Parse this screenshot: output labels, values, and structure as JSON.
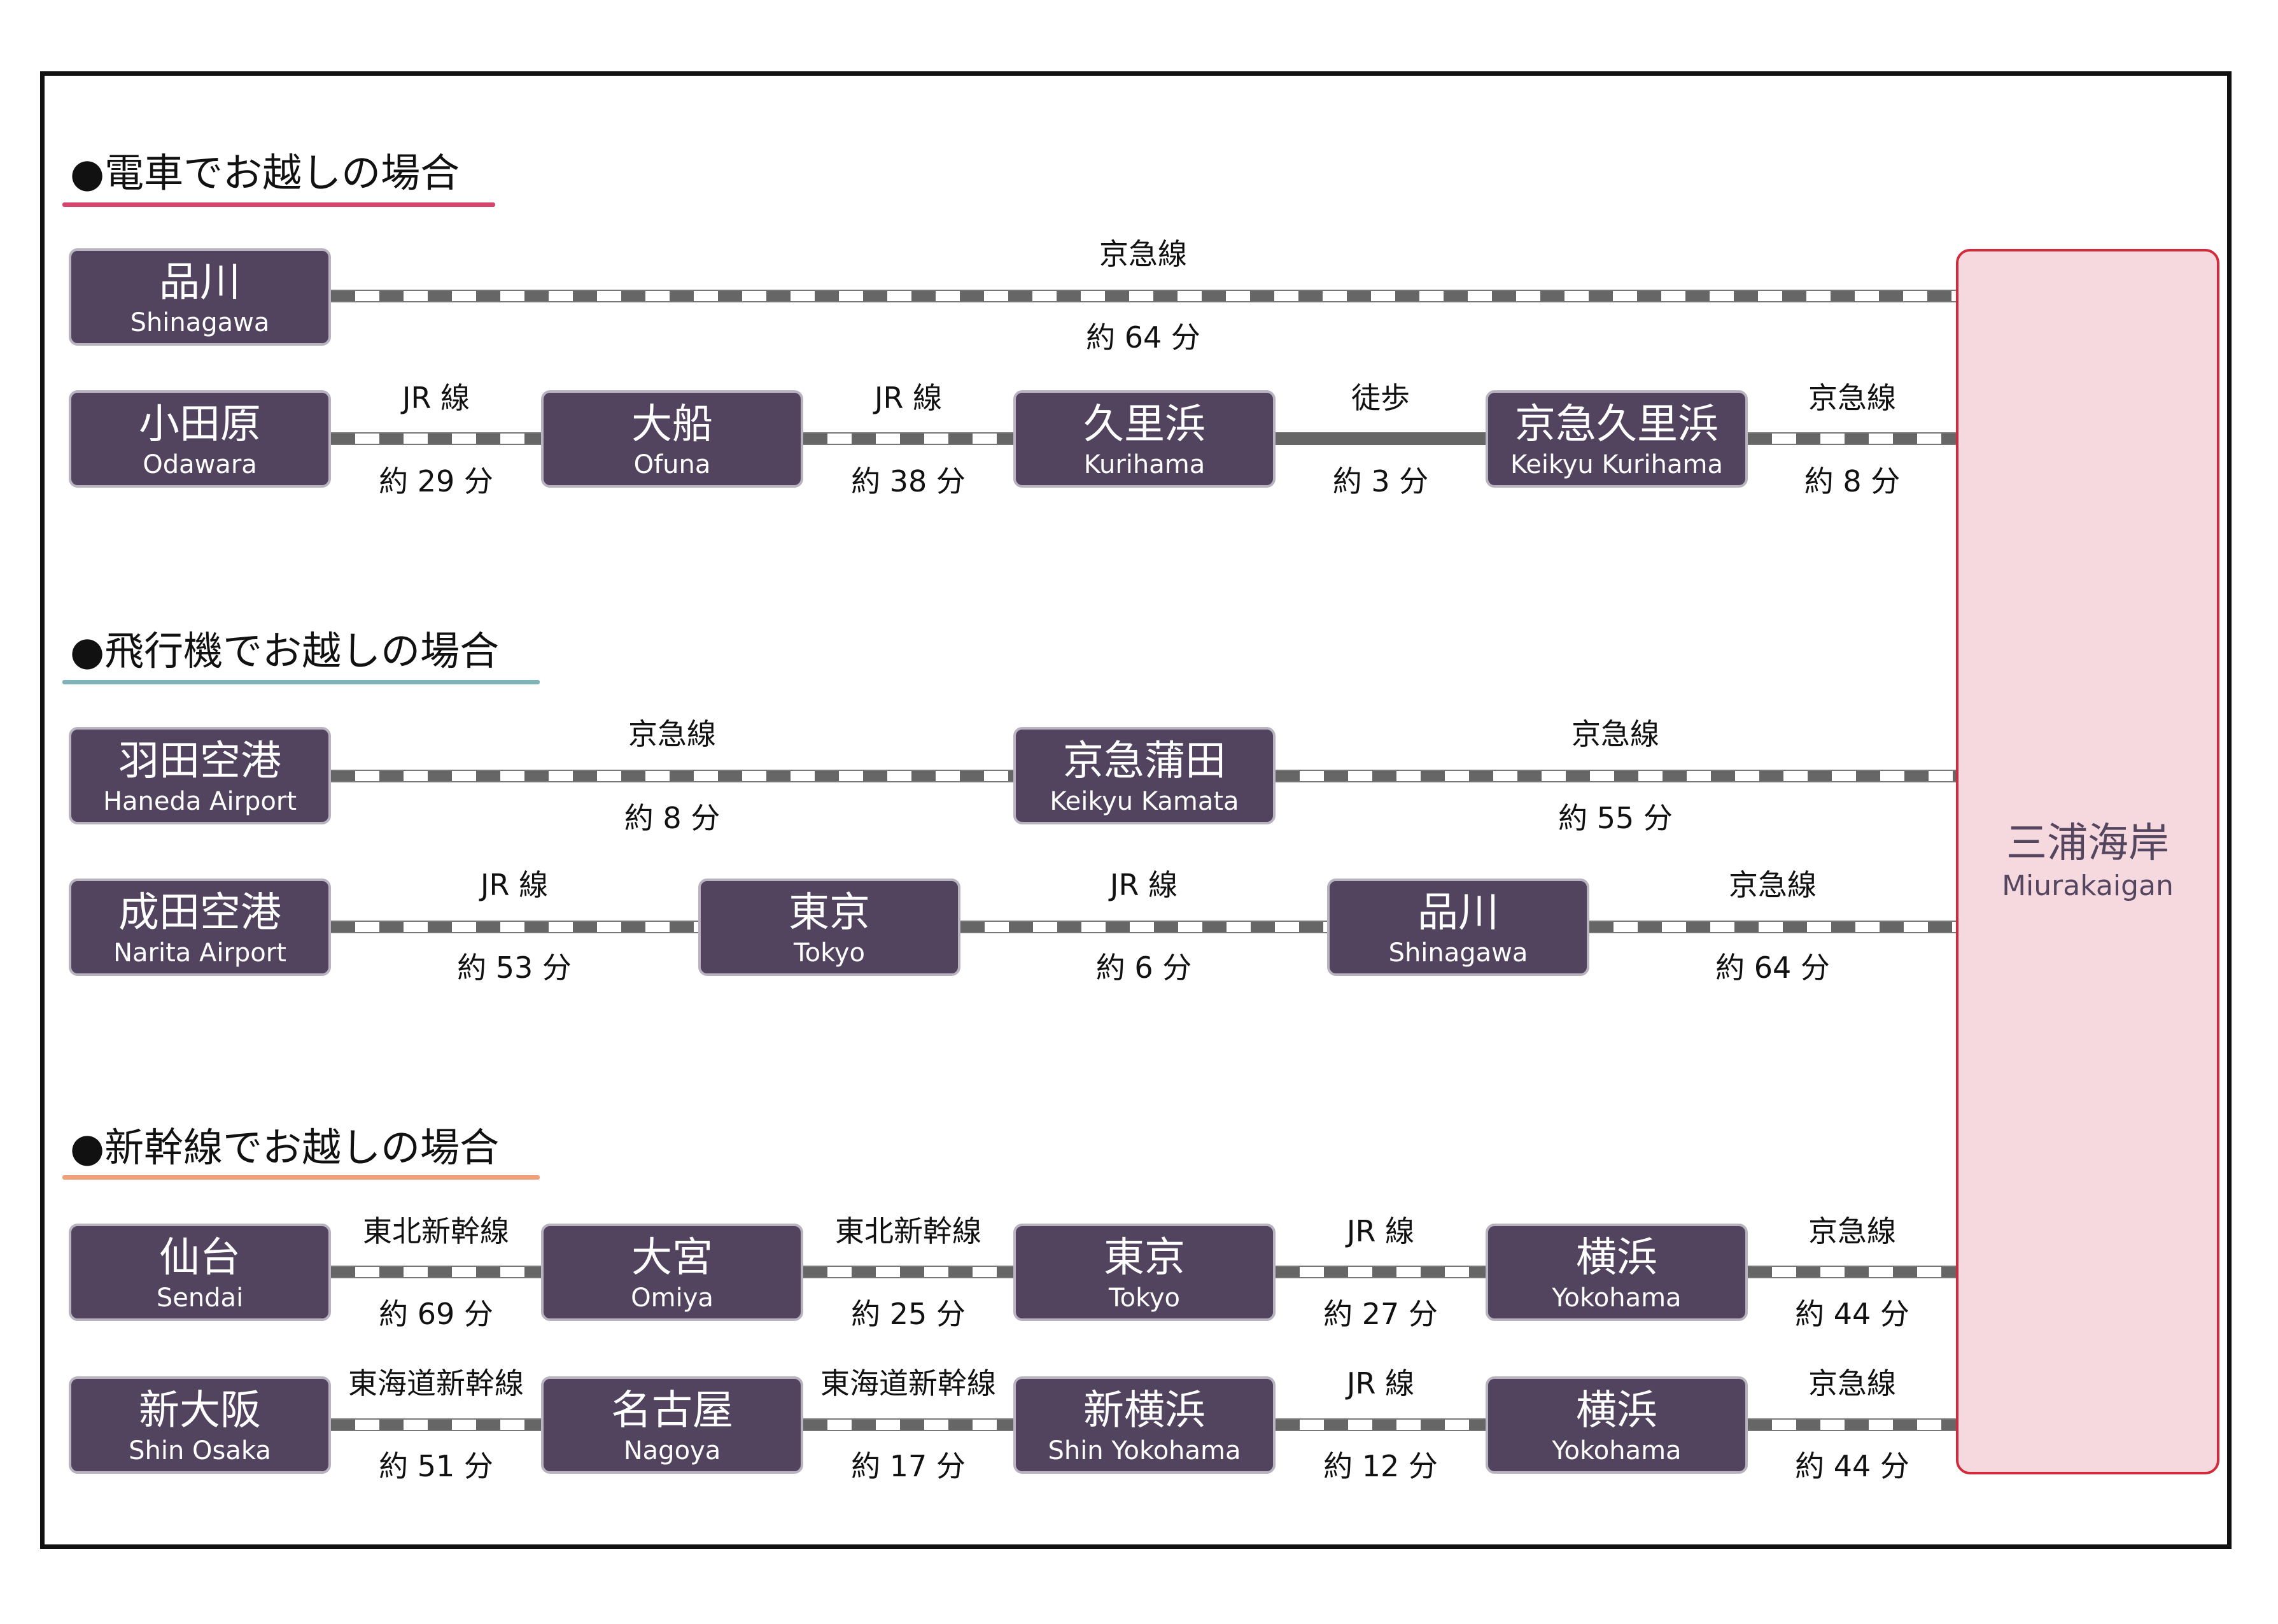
{
  "colors": {
    "station_fill": "#52445f",
    "train_accent": "#d6456b",
    "plane_accent": "#7fb3b5",
    "shinkansen_accent": "#f0a079",
    "destination_fill": "#f5d9df",
    "destination_border": "#d22b3c",
    "rail": "#666666"
  },
  "destination": {
    "name_jp": "三浦海岸",
    "name_en": "Miurakaigan"
  },
  "sections": [
    {
      "heading": "●電車でお越しの場合",
      "routes": [
        {
          "stations": [
            {
              "jp": "品川",
              "en": "Shinagawa"
            }
          ],
          "legs": [
            {
              "line": "京急線",
              "time": "約 64 分",
              "type": "rail"
            }
          ]
        },
        {
          "stations": [
            {
              "jp": "小田原",
              "en": "Odawara"
            },
            {
              "jp": "大船",
              "en": "Ofuna"
            },
            {
              "jp": "久里浜",
              "en": "Kurihama"
            },
            {
              "jp": "京急久里浜",
              "en": "Keikyu Kurihama"
            }
          ],
          "legs": [
            {
              "line": "JR 線",
              "time": "約 29 分",
              "type": "rail"
            },
            {
              "line": "JR 線",
              "time": "約 38 分",
              "type": "rail"
            },
            {
              "line": "徒歩",
              "time": "約 3 分",
              "type": "walk"
            },
            {
              "line": "京急線",
              "time": "約 8 分",
              "type": "rail"
            }
          ]
        }
      ]
    },
    {
      "heading": "●飛行機でお越しの場合",
      "routes": [
        {
          "stations": [
            {
              "jp": "羽田空港",
              "en": "Haneda Airport"
            },
            {
              "jp": "京急蒲田",
              "en": "Keikyu Kamata"
            }
          ],
          "legs": [
            {
              "line": "京急線",
              "time": "約 8 分",
              "type": "rail"
            },
            {
              "line": "京急線",
              "time": "約 55 分",
              "type": "rail"
            }
          ]
        },
        {
          "stations": [
            {
              "jp": "成田空港",
              "en": "Narita Airport"
            },
            {
              "jp": "東京",
              "en": "Tokyo"
            },
            {
              "jp": "品川",
              "en": "Shinagawa"
            }
          ],
          "legs": [
            {
              "line": "JR 線",
              "time": "約 53 分",
              "type": "rail"
            },
            {
              "line": "JR 線",
              "time": "約 6 分",
              "type": "rail"
            },
            {
              "line": "京急線",
              "time": "約 64 分",
              "type": "rail"
            }
          ]
        }
      ]
    },
    {
      "heading": "●新幹線でお越しの場合",
      "routes": [
        {
          "stations": [
            {
              "jp": "仙台",
              "en": "Sendai"
            },
            {
              "jp": "大宮",
              "en": "Omiya"
            },
            {
              "jp": "東京",
              "en": "Tokyo"
            },
            {
              "jp": "横浜",
              "en": "Yokohama"
            }
          ],
          "legs": [
            {
              "line": "東北新幹線",
              "time": "約 69 分",
              "type": "rail"
            },
            {
              "line": "東北新幹線",
              "time": "約 25 分",
              "type": "rail"
            },
            {
              "line": "JR 線",
              "time": "約 27 分",
              "type": "rail"
            },
            {
              "line": "京急線",
              "time": "約 44 分",
              "type": "rail"
            }
          ]
        },
        {
          "stations": [
            {
              "jp": "新大阪",
              "en": "Shin Osaka"
            },
            {
              "jp": "名古屋",
              "en": "Nagoya"
            },
            {
              "jp": "新横浜",
              "en": "Shin Yokohama"
            },
            {
              "jp": "横浜",
              "en": "Yokohama"
            }
          ],
          "legs": [
            {
              "line": "東海道新幹線",
              "time": "約 51 分",
              "type": "rail"
            },
            {
              "line": "東海道新幹線",
              "time": "約 17 分",
              "type": "rail"
            },
            {
              "line": "JR 線",
              "time": "約 12 分",
              "type": "rail"
            },
            {
              "line": "京急線",
              "time": "約 44 分",
              "type": "rail"
            }
          ]
        }
      ]
    }
  ]
}
